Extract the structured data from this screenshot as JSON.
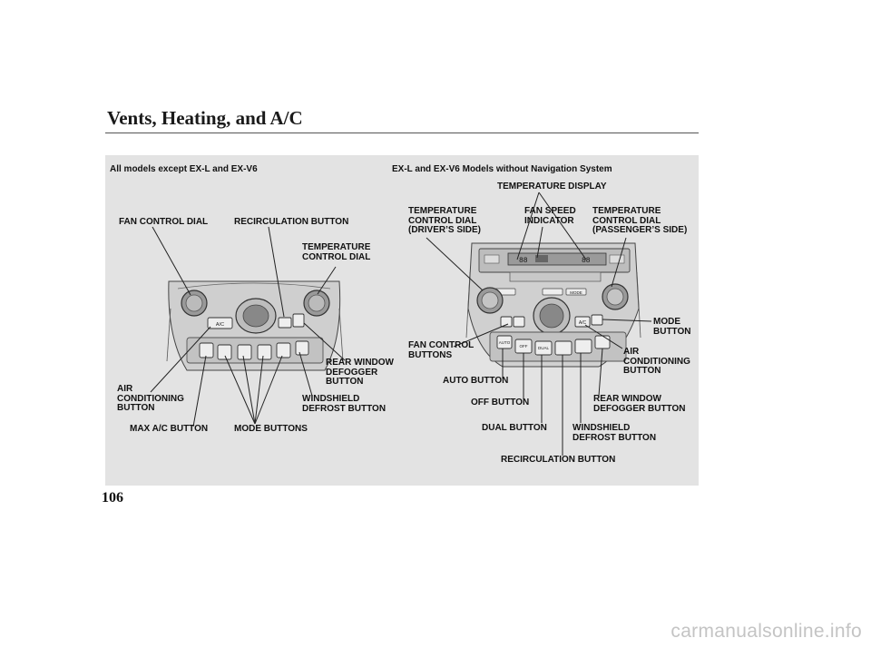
{
  "header": {
    "title": "Vents, Heating, and A/C"
  },
  "left_panel": {
    "caption": "All models except EX-L and EX-V6",
    "labels": {
      "fan_control_dial": "FAN CONTROL DIAL",
      "recirculation_button": "RECIRCULATION BUTTON",
      "temperature_control_dial": "TEMPERATURE\nCONTROL DIAL",
      "rear_window_defogger": "REAR WINDOW\nDEFOGGER\nBUTTON",
      "windshield_defrost": "WINDSHIELD\nDEFROST BUTTON",
      "air_conditioning": "AIR\nCONDITIONING\nBUTTON",
      "max_ac": "MAX A/C BUTTON",
      "mode_buttons": "MODE BUTTONS"
    },
    "panel_text": {
      "ac": "A/C"
    }
  },
  "right_panel": {
    "caption": "EX-L and EX-V6 Models without Navigation System",
    "labels": {
      "temperature_display": "TEMPERATURE DISPLAY",
      "temp_dial_driver": "TEMPERATURE\nCONTROL DIAL\n(DRIVER’S SIDE)",
      "fan_speed_indicator": "FAN SPEED\nINDICATOR",
      "temp_dial_passenger": "TEMPERATURE\nCONTROL DIAL\n(PASSENGER’S SIDE)",
      "mode_button": "MODE\nBUTTON",
      "fan_control_buttons": "FAN CONTROL\nBUTTONS",
      "air_conditioning": "AIR\nCONDITIONING\nBUTTON",
      "auto_button": "AUTO BUTTON",
      "rear_window_defogger": "REAR WINDOW\nDEFOGGER BUTTON",
      "off_button": "OFF BUTTON",
      "dual_button": "DUAL BUTTON",
      "windshield_defrost": "WINDSHIELD\nDEFROST BUTTON",
      "recirculation_button": "RECIRCULATION BUTTON"
    },
    "panel_text": {
      "auto": "AUTO",
      "off": "OFF",
      "dual": "DUAL",
      "ac": "A/C",
      "display": "88",
      "mode": "MODE"
    }
  },
  "footer": {
    "page_number": "106",
    "watermark": "carmanualsonline.info"
  }
}
